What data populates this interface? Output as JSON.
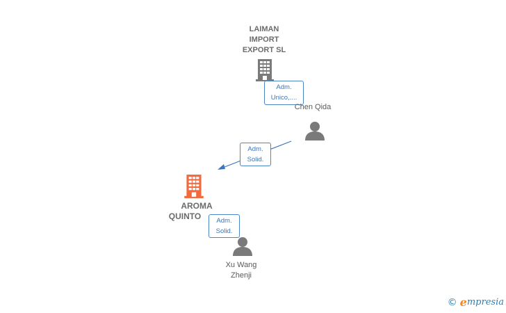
{
  "nodes": {
    "laiman": {
      "label_lines": [
        "LAIMAN",
        "IMPORT",
        "EXPORT SL"
      ],
      "icon": "building-icon",
      "color": "#7a7a7a"
    },
    "chen": {
      "label_lines": [
        "Chen Qida"
      ],
      "icon": "person-icon",
      "color": "#7a7a7a"
    },
    "aroma": {
      "label_lines": [
        "AROMA",
        "QUINTO"
      ],
      "icon": "building-icon",
      "color": "#f26a3d"
    },
    "xu": {
      "label_lines": [
        "Xu Wang",
        "Zhenji"
      ],
      "icon": "person-icon",
      "color": "#7a7a7a"
    }
  },
  "edges": {
    "chen_laiman": {
      "role_lines": [
        "Adm.",
        "Unico,...."
      ]
    },
    "chen_aroma": {
      "role_lines": [
        "Adm.",
        "Solid."
      ]
    },
    "xu_aroma": {
      "role_lines": [
        "Adm.",
        "Solid."
      ]
    }
  },
  "colors": {
    "edge": "#3a76bd",
    "role_border": "#4a86c8"
  },
  "brand": {
    "copyright": "©",
    "initial": "e",
    "rest": "mpresia"
  }
}
